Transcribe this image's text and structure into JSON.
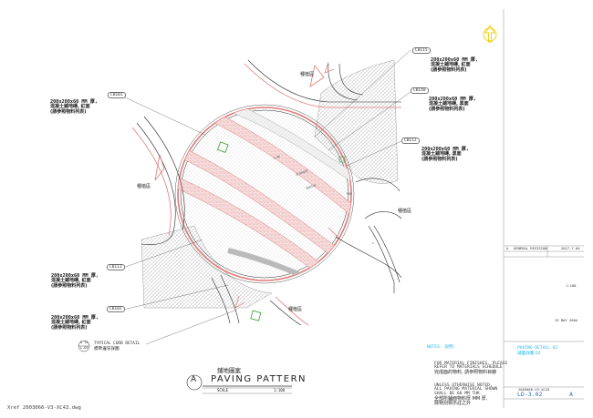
{
  "file_name": "Xref 2003066-V3-XC43.dwg",
  "callouts": [
    {
      "code": "CB115",
      "lines": [
        "200x200x60 MM 厚,",
        "混凝土鋪地磚, 紅面",
        "(請參照物料列表)"
      ]
    },
    {
      "code": "CB140",
      "lines": [
        "200x200x60 MM 厚,",
        "混凝土鋪地磚, 黑面",
        "(請參照物料列表)"
      ]
    },
    {
      "code": "CB112",
      "lines": [
        "200x200x60 MM 厚,",
        "混凝土鋪地磚, 黑面",
        "(請參照物料列表)"
      ]
    },
    {
      "code": "CB101",
      "lines": [
        "200x200x60 MM 厚,",
        "混凝土鋪地磚, 紅面",
        "(請參照物料列表)"
      ]
    },
    {
      "code": "CB113",
      "lines": [
        "200x200x60 MM 厚,",
        "混凝土鋪地磚, 紅面",
        "(請參照物料列表)"
      ]
    },
    {
      "code": "CB102",
      "lines": [
        "200x200x60 MM 厚,",
        "混凝土鋪地磚, 紅面",
        "(請參照物料列表)"
      ]
    }
  ],
  "area_labels": [
    "種植區",
    "種植區",
    "種植區",
    "種植區"
  ],
  "curb_detail": {
    "ref_top": "A 12",
    "ref_bottom": "L.D1",
    "en": "TYPICAL CURB DETAIL",
    "cn": "標準邊牙詳圖"
  },
  "title_block": {
    "letter": "A",
    "cn": "鋪地圖案",
    "en": "PAVING PATTERN",
    "scale_label": "SCALE",
    "scale": "1:100"
  },
  "notes": {
    "label": "NOTES: 說明:",
    "note1": [
      "FOR MATERIAL FINISHES, PLEASE",
      "REFER TO MATERIALS SCHEDULE",
      "完成面的物料, 請參照物料目錄"
    ],
    "note2": [
      "UNLESS OTHERWISE NOTED,",
      "ALL PAVING MATERIAL SHOWN",
      "SHALL BE 60 MM THK.",
      "全部所鋪面物料厚 MM 厚,",
      "除特別標示註之外"
    ]
  },
  "sheet": {
    "title_en": "PAVING DETAIL 02",
    "title_cn": "鋪面詳圖 02",
    "revision_letter": "A",
    "revision_text": "GENERAL REVISION",
    "revision_date": "2017.7.04",
    "scale": "1:100",
    "date": "15 MAY 2004",
    "job_no": "2003066-V3-XC43",
    "drawing_no": "LD-3.02",
    "drawing_rev": "A"
  },
  "colors": {
    "line": "#2a2a2a",
    "brick": "#e07a7a",
    "hatch": "#9a9a9a",
    "cyan": "#22b8e6",
    "arrow": "#f0d000",
    "green": "#3c9a3c"
  },
  "icons": [
    "north-arrow-icon"
  ]
}
